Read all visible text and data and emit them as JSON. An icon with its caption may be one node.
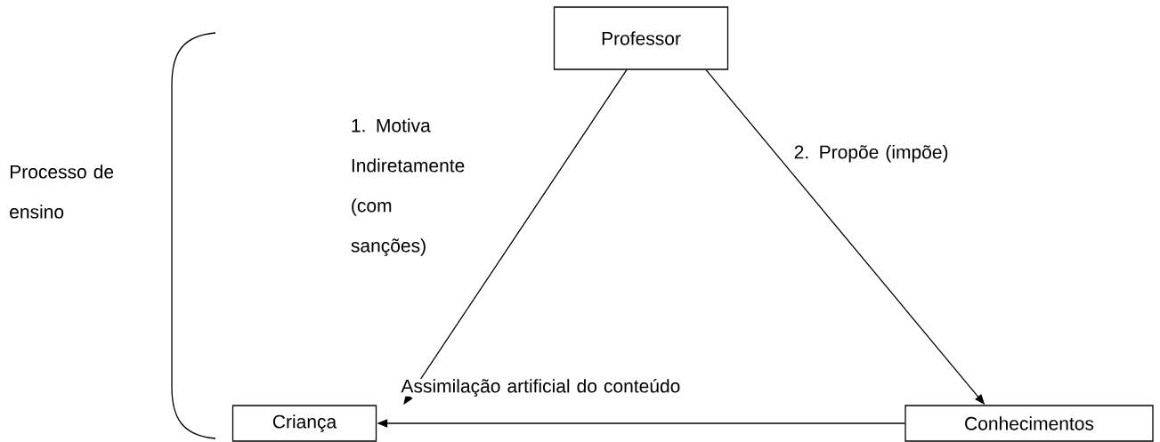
{
  "diagram": {
    "nodes": [
      {
        "text": [
          "Professor"
        ]
      },
      {
        "text": [
          "Criança"
        ]
      },
      {
        "text": [
          "Conhecimentos"
        ]
      }
    ],
    "edges": [
      {
        "from": 0,
        "to": 1,
        "arrow": "to",
        "label": "1. Motiva Indiretamente (com sanções)"
      },
      {
        "from": 0,
        "to": 2,
        "arrow": "to",
        "label": "2. Propõe (impõe)"
      },
      {
        "from": 2,
        "to": 1,
        "arrow": "to",
        "label": "Assimilação artificial do conteúdo"
      }
    ],
    "labels": [
      "Processo de ensino"
    ]
  }
}
